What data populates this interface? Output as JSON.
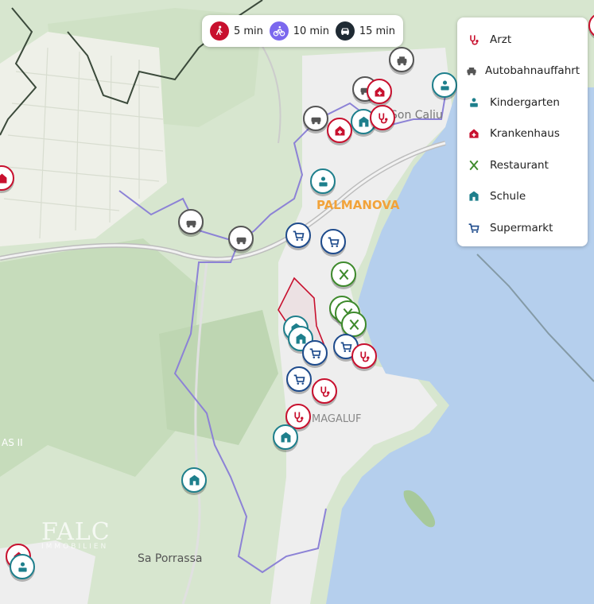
{
  "travel_modes": [
    {
      "icon": "walk-icon",
      "label": "5 min",
      "color": "#c8102e"
    },
    {
      "icon": "bike-icon",
      "label": "10 min",
      "color": "#7b68ee"
    },
    {
      "icon": "car-icon",
      "label": "15 min",
      "color": "#1f2a33"
    }
  ],
  "legend": [
    {
      "icon": "stethoscope-icon",
      "label": "Arzt",
      "color": "#c8102e"
    },
    {
      "icon": "highway-ramp-icon",
      "label": "Autobahnauffahrt",
      "color": "#555555"
    },
    {
      "icon": "kindergarten-icon",
      "label": "Kindergarten",
      "color": "#1e7f8c"
    },
    {
      "icon": "hospital-icon",
      "label": "Krankenhaus",
      "color": "#c8102e"
    },
    {
      "icon": "restaurant-icon",
      "label": "Restaurant",
      "color": "#3e8a2c"
    },
    {
      "icon": "school-icon",
      "label": "Schule",
      "color": "#1e7f8c"
    },
    {
      "icon": "cart-icon",
      "label": "Supermarkt",
      "color": "#1e4b8c"
    }
  ],
  "map_labels": {
    "palmanova": "PALMANOVA",
    "son_caliu": "Son Caliu",
    "magaluf": "MAGALUF",
    "sa_porrassa": "Sa Porrassa",
    "edge": "AS II"
  },
  "watermark": {
    "brand": "FALC",
    "sub": "IMMOBILIEN"
  },
  "colors": {
    "water": "#b5cfed",
    "land": "#d7e6cf",
    "urban": "#eeeeee",
    "isochrone": "#8c82d6",
    "walk_zone": "#c8102e"
  }
}
